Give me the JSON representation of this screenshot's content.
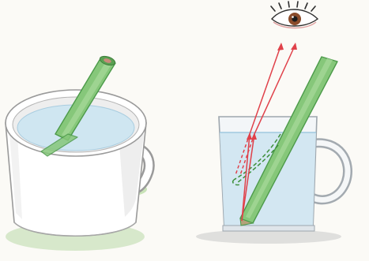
{
  "scene": {
    "left_panel": {
      "objects": [
        "mug-with-water",
        "green-straw"
      ]
    },
    "right_panel": {
      "objects": [
        "glass-mug-with-water",
        "green-straw",
        "eye-icon",
        "refracted-light-rays",
        "apparent-straw-position-dashed"
      ]
    }
  },
  "colors": {
    "background": "#fbfaf6",
    "water": "#cfe6f1",
    "water_surface": "#bfdcea",
    "straw_green": "#86c77a",
    "straw_dark": "#4c9a4a",
    "light_ray": "#e0414a",
    "dashed_image": "#3d8f3a",
    "mug_outline": "#9a9a9a",
    "glass_outline": "#9ea6ad",
    "eye_iris": "#8a4b2a",
    "shadow_green": "#a9d48f"
  }
}
